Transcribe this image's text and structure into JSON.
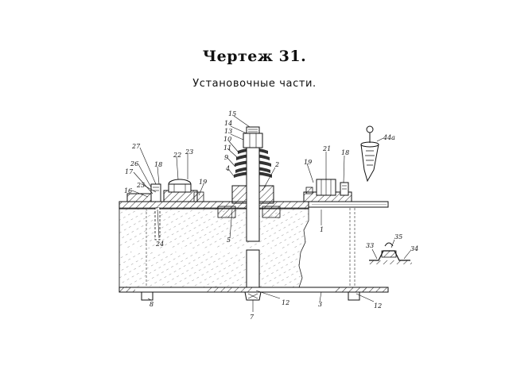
{
  "title": "Чертеж 31.",
  "subtitle": "Установочные части.",
  "labels": {
    "l15": "15",
    "l14": "14",
    "l13": "13",
    "l10": "10",
    "l11": "11",
    "l9": "9",
    "l4": "4",
    "l27": "27",
    "l26": "26",
    "l17": "17",
    "l16": "16",
    "l25": "25",
    "l18a": "18",
    "l22": "22",
    "l23": "23",
    "l19a": "19",
    "l24": "24",
    "l5": "5",
    "l2": "2",
    "l19b": "19",
    "l21": "21",
    "l18b": "18",
    "l1": "1",
    "l44a": "44а",
    "l35": "35",
    "l33": "33",
    "l34": "34",
    "l8": "8",
    "l7": "7",
    "l12a": "12",
    "l3": "3",
    "l12b": "12"
  }
}
